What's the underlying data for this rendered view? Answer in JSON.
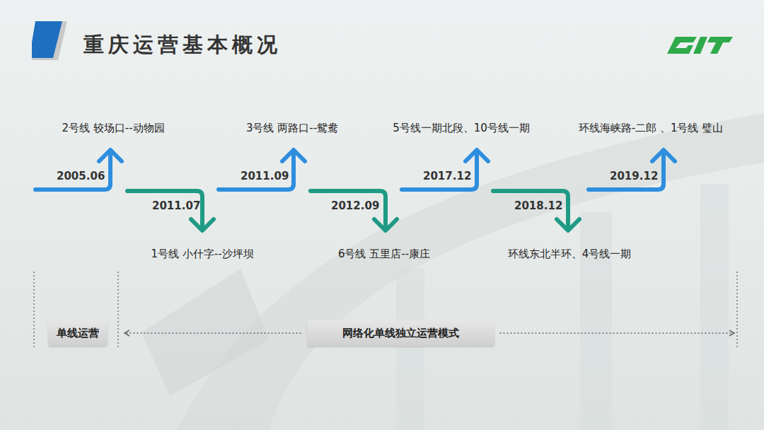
{
  "diagram": {
    "title": "重庆运营基本概况",
    "nodes": [
      {
        "text": [
          "单线运营"
        ]
      },
      {
        "text": [
          "网络化单线独立运营模式"
        ]
      }
    ],
    "labels": [
      "2号线 较场口--动物园",
      "2005.06",
      "2011.07",
      "1号线 小什字--沙坪坝",
      "3号线 两路口--鸳鸯",
      "2011.09",
      "2012.09",
      "6号线 五里店--康庄",
      "5号线一期北段、10号线一期",
      "2017.12",
      "2018.12",
      "环线东北半环、4号线一期",
      "环线海峡路-二郎 、1号线 璧山",
      "2019.12"
    ]
  }
}
